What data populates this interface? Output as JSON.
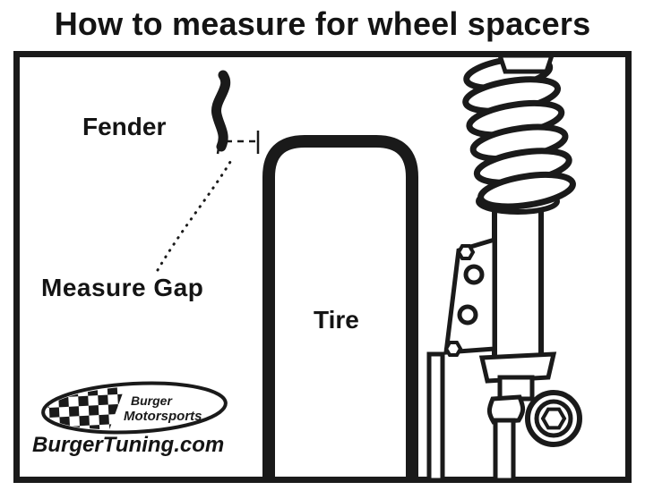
{
  "title": "How to measure for wheel spacers",
  "labels": {
    "fender": "Fender",
    "measure_gap": "Measure Gap",
    "tire": "Tire"
  },
  "branding": {
    "logo_top": "Burger",
    "logo_bottom": "Motorsports",
    "website": "BurgerTuning.com"
  },
  "colors": {
    "ink": "#1a1a1a",
    "background": "#ffffff"
  },
  "icons": {
    "fender_line": "fender-profile-line",
    "gap_marks": "gap-measurement-dashes",
    "pointer": "dotted-pointer-curve",
    "tire": "tire-outline",
    "strut": "coil-spring-strut-illustration",
    "logo": "checkered-flag-oval-logo"
  }
}
